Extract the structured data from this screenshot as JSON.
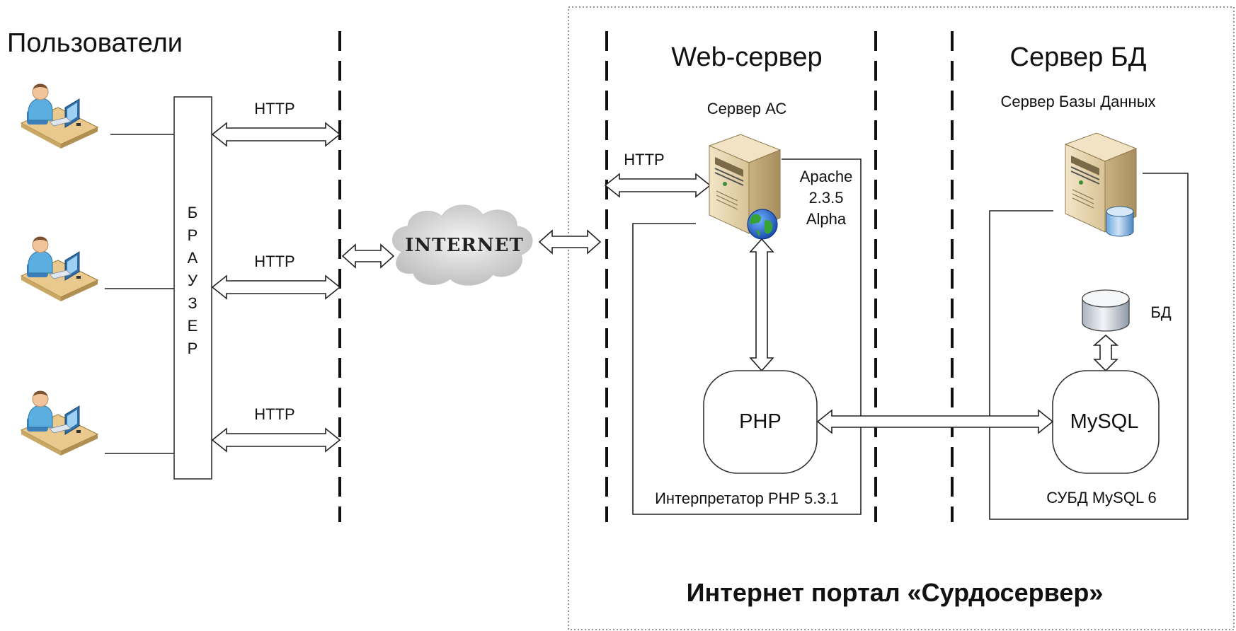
{
  "users_title": "Пользователи",
  "browser_label": "БРАУЗЕР",
  "browser_letters": [
    "Б",
    "Р",
    "А",
    "У",
    "З",
    "Е",
    "Р"
  ],
  "http_label_1": "HTTP",
  "http_label_2": "HTTP",
  "http_label_3": "HTTP",
  "http_label_web": "HTTP",
  "internet_label": "INTERNET",
  "web_server_title": "Web-сервер",
  "app_server_label": "Сервер АС",
  "apache_line1": "Apache",
  "apache_line2": "2.3.5",
  "apache_line3": "Alpha",
  "php_label": "PHP",
  "php_interp_label": "Интерпретатор PHP 5.3.1",
  "db_server_title": "Сервер БД",
  "db_server_label": "Сервер Базы Данных",
  "db_label": "БД",
  "mysql_label": "MySQL",
  "dbms_label": "СУБД MySQL 6",
  "portal_title": "Интернет портал «Сурдосервер»",
  "colors": {
    "user_skin": "#f2c49b",
    "user_shirt": "#4fa3d6",
    "desk": "#e8c78a",
    "server_body": "#e4d3ac",
    "globe_blue": "#1f5fc7",
    "globe_green": "#2f9a2f",
    "cylinder": "#cfd6df",
    "cloud": "#d9d9d9"
  },
  "icons": [
    "user-workstation-icon",
    "server-icon",
    "globe-icon",
    "database-cylinder-icon",
    "cloud-icon"
  ]
}
